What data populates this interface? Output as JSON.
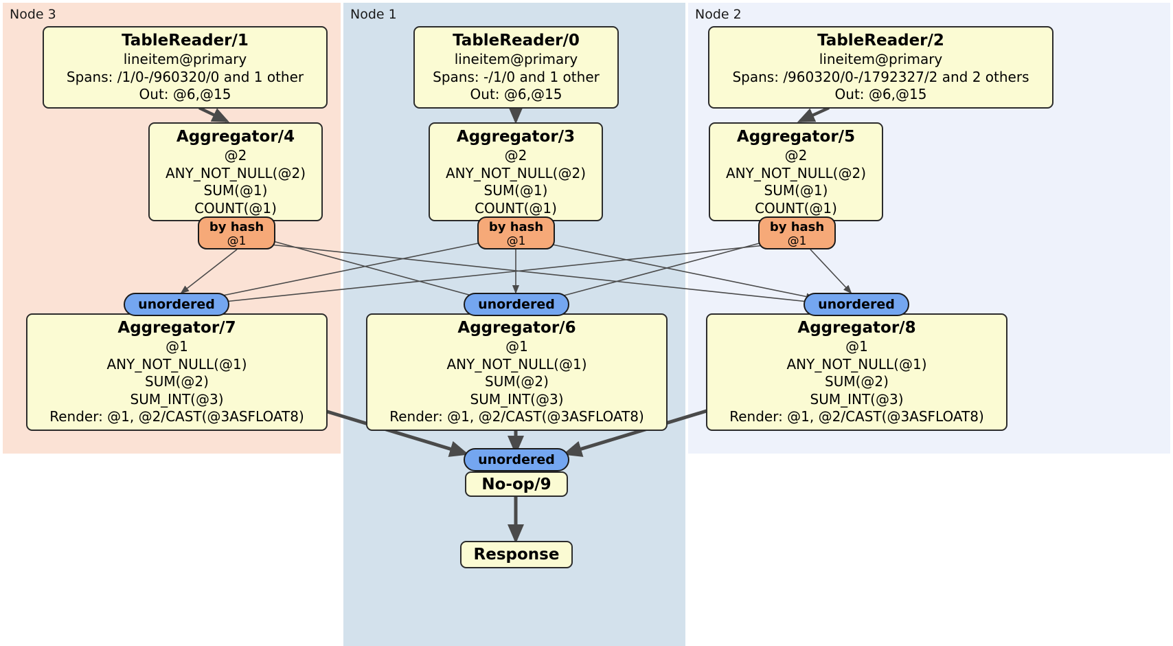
{
  "diagram": {
    "type": "distributed-query-plan",
    "panels": [
      {
        "id": "node3",
        "label": "Node 3",
        "color": "#fbe2d5"
      },
      {
        "id": "node1",
        "label": "Node 1",
        "color": "#d3e1ec"
      },
      {
        "id": "node2",
        "label": "Node 2",
        "color": "#eef2fb"
      }
    ],
    "colors": {
      "processor_fill": "#fbfbd3",
      "processor_stroke": "#2b2b2b",
      "hash_router_fill": "#f6a978",
      "unordered_synchronizer_fill": "#74a6f0",
      "edge_stroke": "#4a4a4a"
    },
    "processors": {
      "table_reader_1": {
        "title": "TableReader/1",
        "lines": [
          "lineitem@primary",
          "Spans: /1/0-/960320/0 and 1 other",
          "Out: @6,@15"
        ]
      },
      "table_reader_0": {
        "title": "TableReader/0",
        "lines": [
          "lineitem@primary",
          "Spans: -/1/0 and 1 other",
          "Out: @6,@15"
        ]
      },
      "table_reader_2": {
        "title": "TableReader/2",
        "lines": [
          "lineitem@primary",
          "Spans: /960320/0-/1792327/2 and 2 others",
          "Out: @6,@15"
        ]
      },
      "aggregator_4": {
        "title": "Aggregator/4",
        "lines": [
          "@2",
          "ANY_NOT_NULL(@2)",
          "SUM(@1)",
          "COUNT(@1)"
        ]
      },
      "aggregator_3": {
        "title": "Aggregator/3",
        "lines": [
          "@2",
          "ANY_NOT_NULL(@2)",
          "SUM(@1)",
          "COUNT(@1)"
        ]
      },
      "aggregator_5": {
        "title": "Aggregator/5",
        "lines": [
          "@2",
          "ANY_NOT_NULL(@2)",
          "SUM(@1)",
          "COUNT(@1)"
        ]
      },
      "aggregator_7": {
        "title": "Aggregator/7",
        "lines": [
          "@1",
          "ANY_NOT_NULL(@1)",
          "SUM(@2)",
          "SUM_INT(@3)",
          "Render: @1, @2/CAST(@3ASFLOAT8)"
        ]
      },
      "aggregator_6": {
        "title": "Aggregator/6",
        "lines": [
          "@1",
          "ANY_NOT_NULL(@1)",
          "SUM(@2)",
          "SUM_INT(@3)",
          "Render: @1, @2/CAST(@3ASFLOAT8)"
        ]
      },
      "aggregator_8": {
        "title": "Aggregator/8",
        "lines": [
          "@1",
          "ANY_NOT_NULL(@1)",
          "SUM(@2)",
          "SUM_INT(@3)",
          "Render: @1, @2/CAST(@3ASFLOAT8)"
        ]
      },
      "noop_9": {
        "title": "No-op/9",
        "lines": []
      },
      "response": {
        "title": "Response",
        "lines": []
      }
    },
    "routers": {
      "hash_left": {
        "label": "by hash",
        "sub": "@1"
      },
      "hash_center": {
        "label": "by hash",
        "sub": "@1"
      },
      "hash_right": {
        "label": "by hash",
        "sub": "@1"
      }
    },
    "synchronizers": {
      "unordered_left": {
        "label": "unordered"
      },
      "unordered_center": {
        "label": "unordered"
      },
      "unordered_right": {
        "label": "unordered"
      },
      "unordered_final": {
        "label": "unordered"
      }
    }
  }
}
